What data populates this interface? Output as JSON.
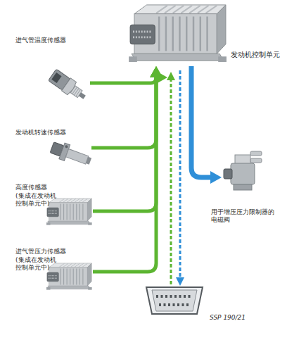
{
  "diagram": {
    "nodes": [
      {
        "text": [
          "发动机控制单元"
        ]
      },
      {
        "text": [
          "进气管温度传感器"
        ]
      },
      {
        "text": [
          "发动机转速传感器"
        ]
      },
      {
        "text": [
          "高度传感器",
          "(集成在发动机 控制单元中)"
        ]
      },
      {
        "text": [
          "进气管压力传感器",
          "(集成在发动机 控制单元中)"
        ]
      },
      {
        "text": [
          "用于增压压力限制器的 电磁阀"
        ]
      }
    ],
    "edges": [
      {
        "from": 1,
        "to": 0,
        "arrow": "to"
      },
      {
        "from": 2,
        "to": 0,
        "arrow": "to"
      },
      {
        "from": 3,
        "to": 0,
        "arrow": "to"
      },
      {
        "from": 4,
        "to": 0,
        "arrow": "to"
      },
      {
        "from": 0,
        "to": 5,
        "arrow": "to"
      }
    ],
    "labels": [
      "SSP 190/21"
    ]
  }
}
